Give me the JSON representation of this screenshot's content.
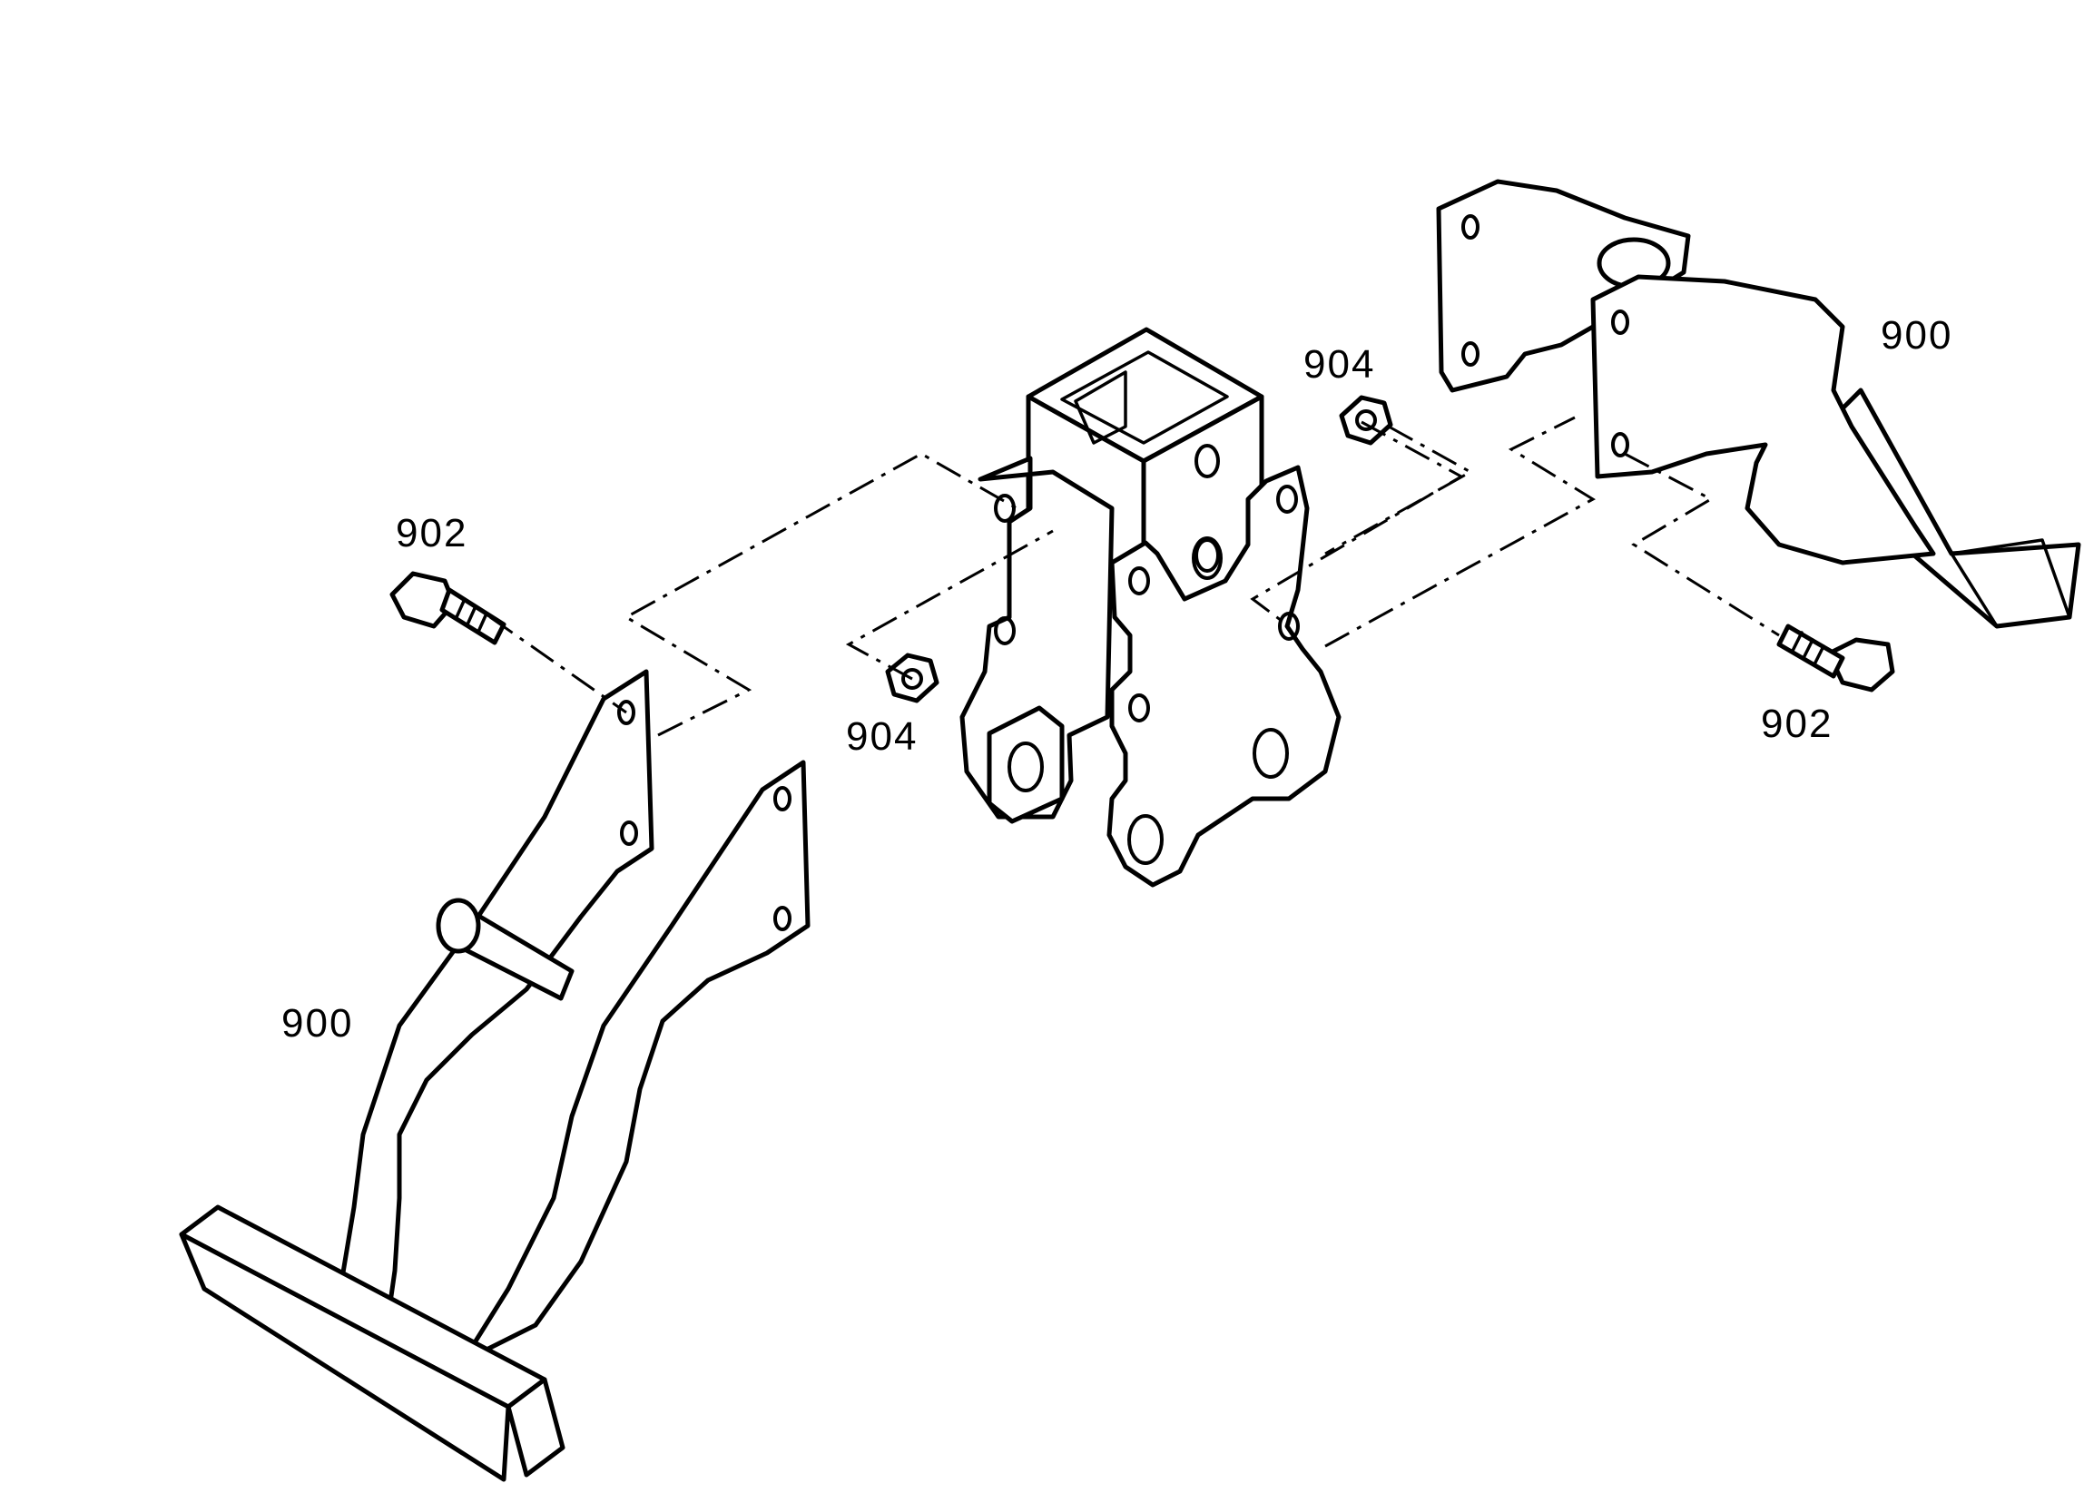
{
  "labels": {
    "handle_left": "900",
    "handle_right": "900",
    "bolt_left": "902",
    "bolt_right": "902",
    "nut_left": "904",
    "nut_right": "904"
  }
}
